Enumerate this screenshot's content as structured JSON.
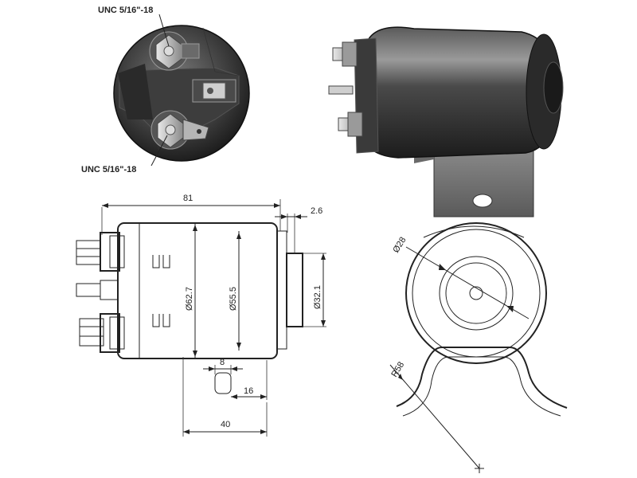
{
  "thread_labels": {
    "top": "UNC 5/16\"-18",
    "bottom": "UNC 5/16\"-18"
  },
  "dimensions": {
    "overall_length": "81",
    "flange_thickness": "2.6",
    "flange_diameter": "Ø62.7",
    "body_diameter": "Ø55.5",
    "plunger_diameter": "Ø32.1",
    "pin_width": "8",
    "pin_offset": "16",
    "bracket_length": "40",
    "bore_diameter": "Ø28",
    "bracket_radius": "R58"
  },
  "colors": {
    "photo_dark": "#2b2b2b",
    "photo_mid": "#6b6b6b",
    "photo_light": "#bdbdbd",
    "line": "#222222"
  }
}
